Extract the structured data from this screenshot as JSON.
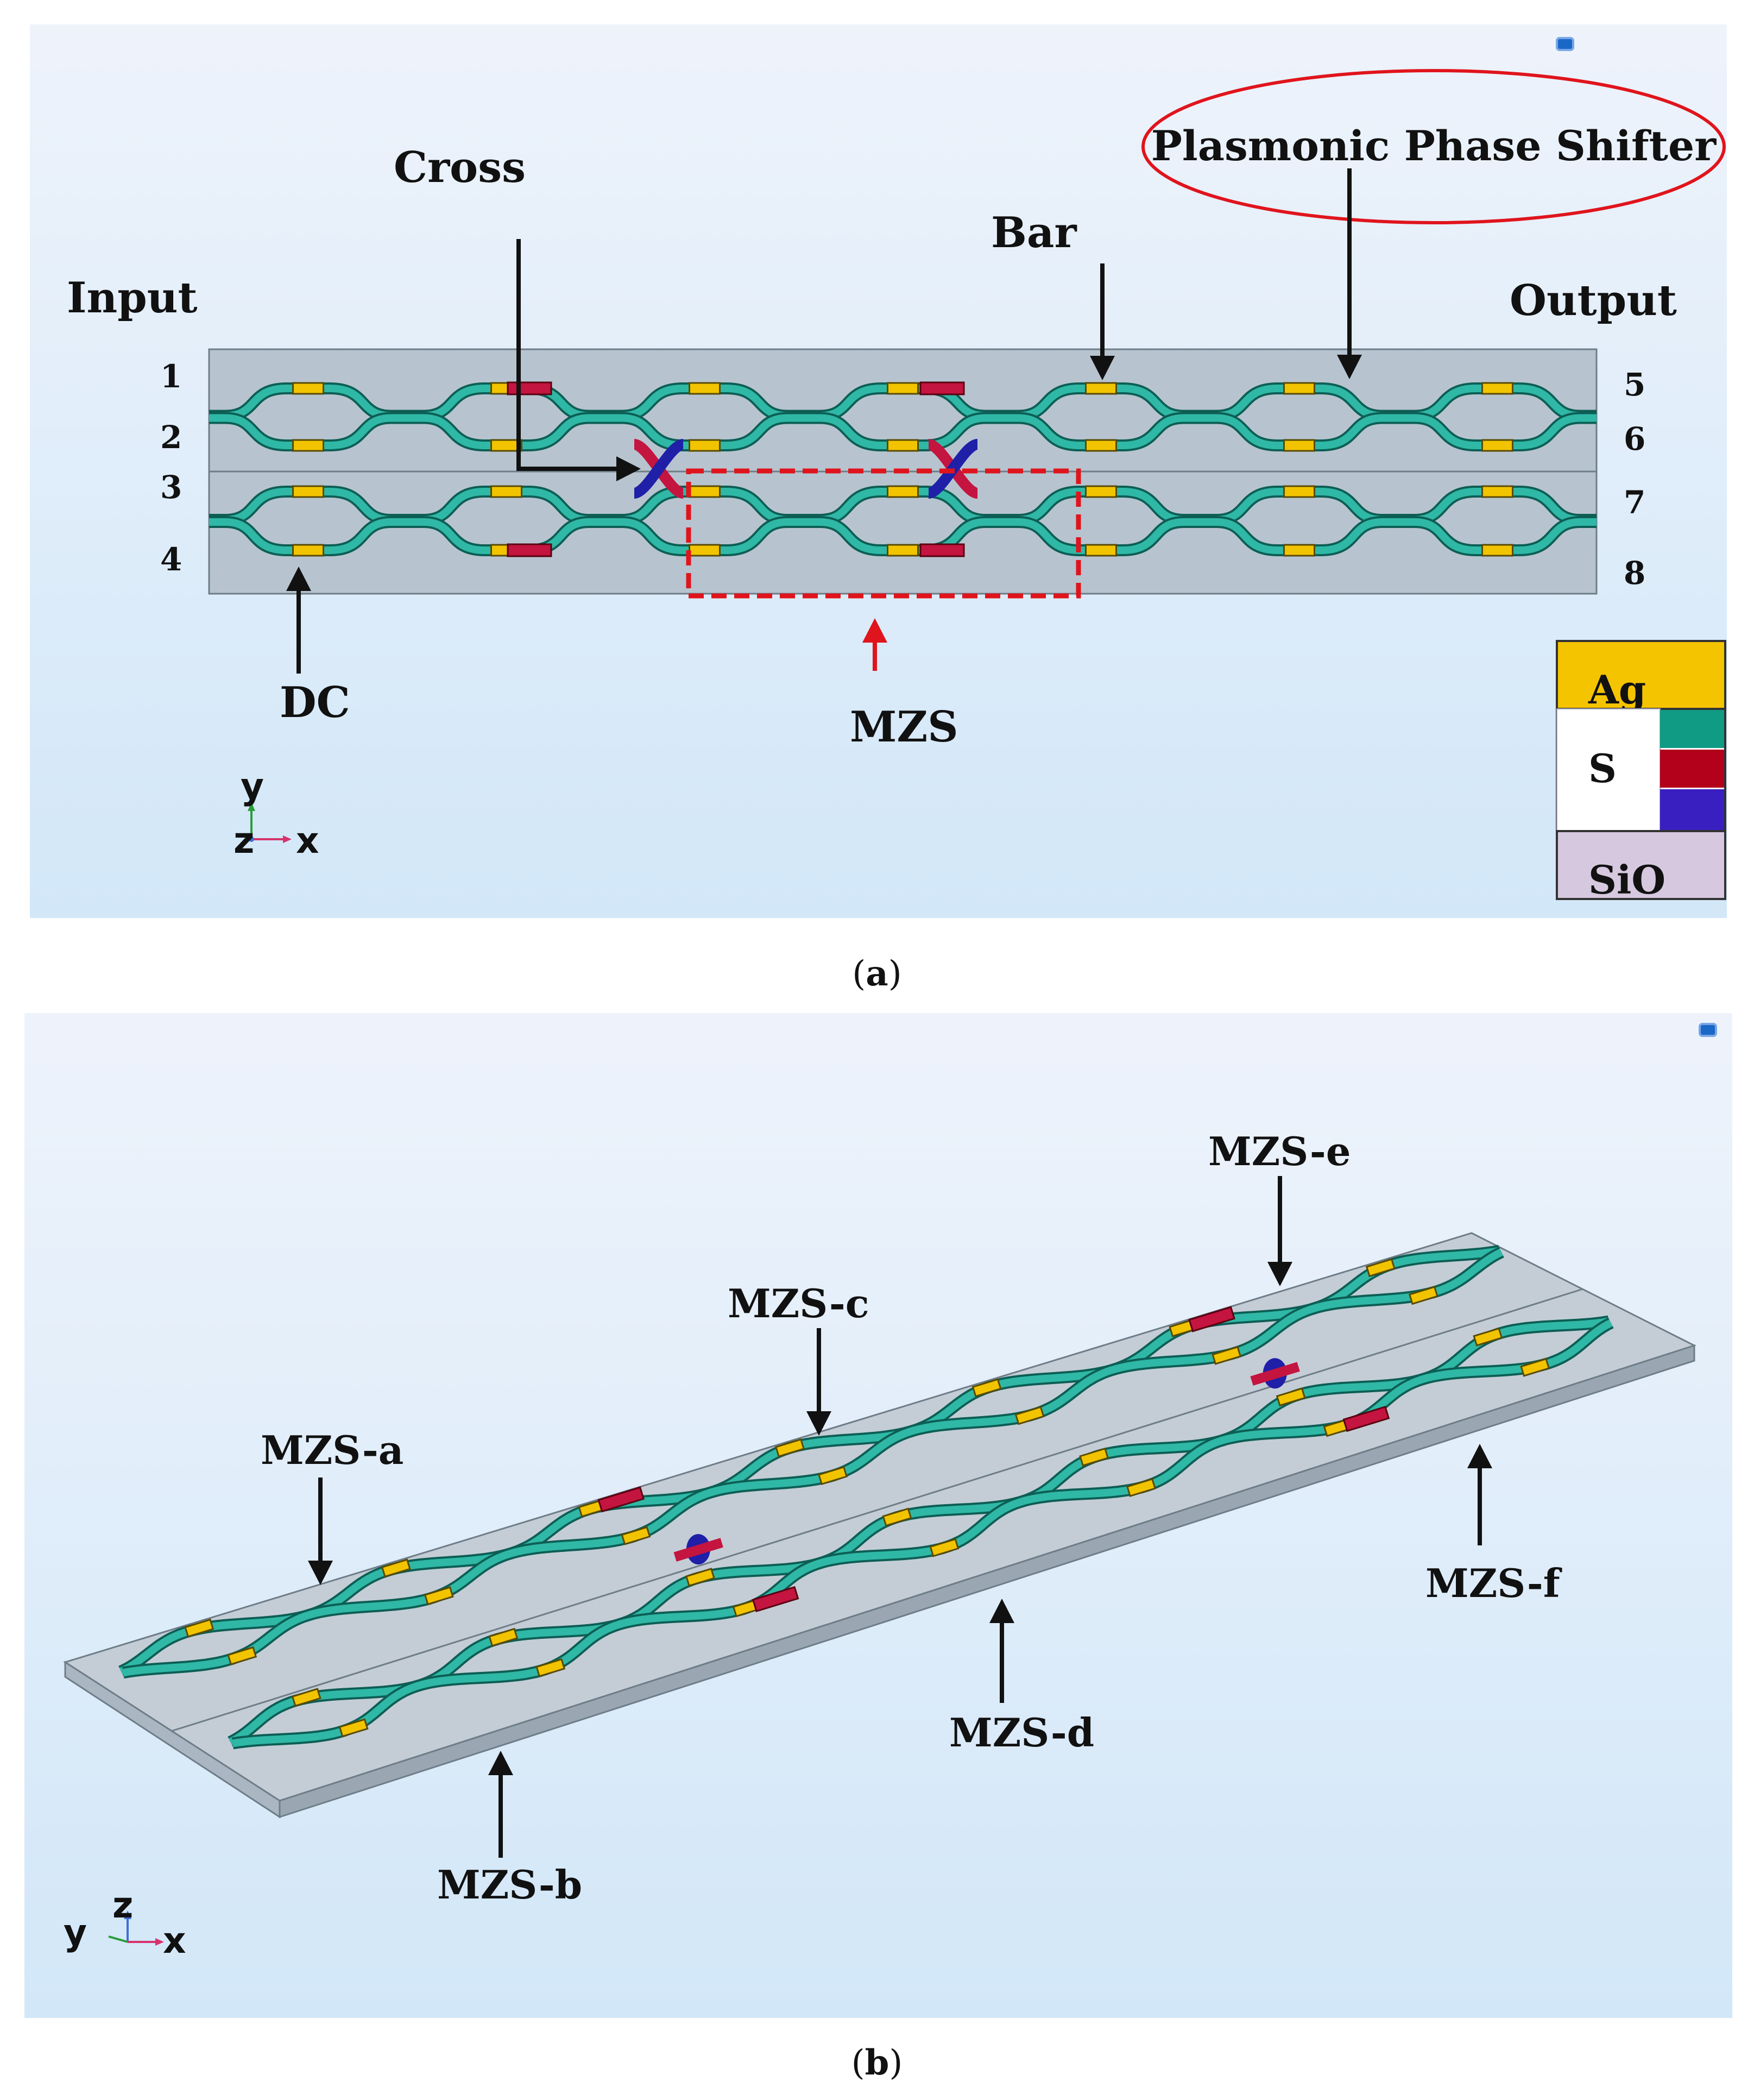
{
  "panel_a": {
    "labels": {
      "input": "Input",
      "output": "Output",
      "cross": "Cross",
      "bar": "Bar",
      "phase_shifter": "Plasmonic Phase Shifter",
      "dc": "DC",
      "mzs": "MZS"
    },
    "input_ports": [
      "1",
      "2",
      "3",
      "4"
    ],
    "output_ports": [
      "5",
      "6",
      "7",
      "8"
    ],
    "axes": {
      "y": "y",
      "z": "z",
      "x": "x"
    },
    "legend": {
      "ag": "Ag",
      "s": "S",
      "sio": "SiO"
    }
  },
  "panel_b": {
    "labels": {
      "a": "MZS-a",
      "b": "MZS-b",
      "c": "MZS-c",
      "d": "MZS-d",
      "e": "MZS-e",
      "f": "MZS-f"
    },
    "axes": {
      "y": "y",
      "z": "z",
      "x": "x"
    }
  },
  "captions": {
    "a": "a",
    "b": "b"
  },
  "colors": {
    "background_top": "#eef3fb",
    "background_bottom": "#d4e8f8",
    "substrate": "#b5c3cf",
    "waveguide": "#2fb8a6",
    "waveguide_dark": "#0d5e55",
    "silver": "#f2c400",
    "cross": "#c41440",
    "cross_dark": "#1f1fa8",
    "sio": "#d4c6dd",
    "highlight_red": "#e0141c"
  }
}
